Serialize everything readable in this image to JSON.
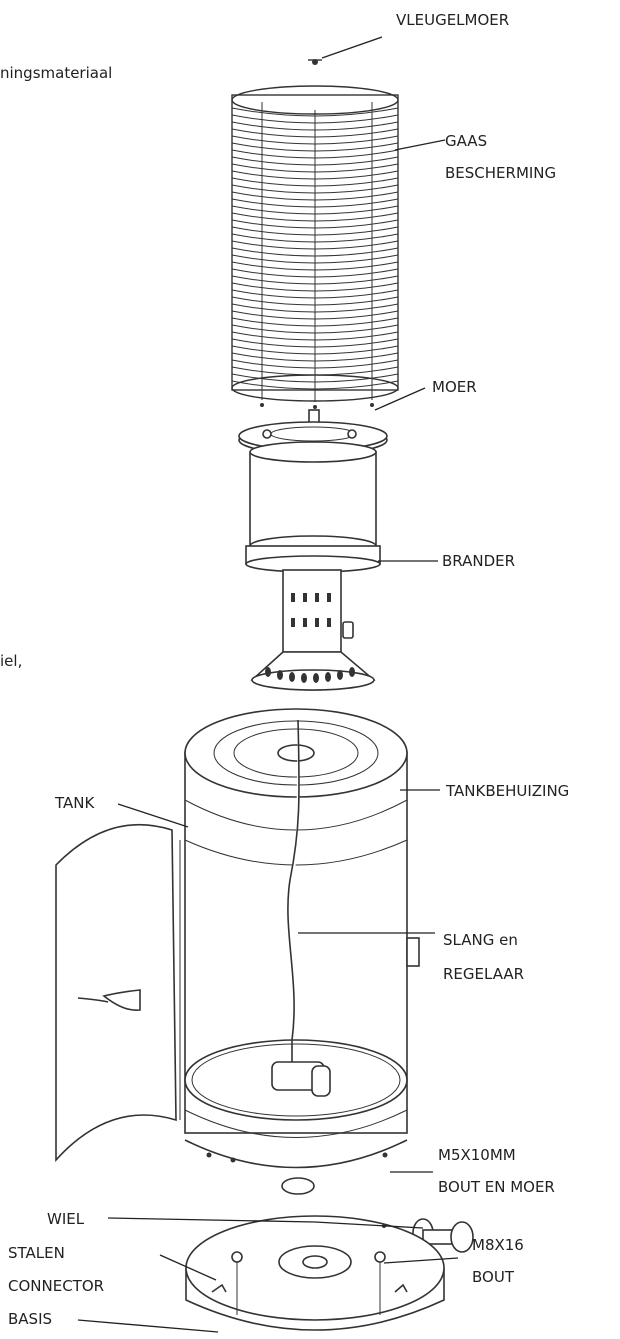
{
  "labels": {
    "vleugelmoer": "VLEUGELMOER",
    "edge_top": "ningsmateriaal",
    "gaas_1": "GAAS",
    "gaas_2": "BESCHERMING",
    "moer": "MOER",
    "brander": "BRANDER",
    "edge_mid": "iel,",
    "tank": "TANK",
    "tankbehuizing": "TANKBEHUIZING",
    "slang_1": "SLANG en",
    "slang_2": "REGELAAR",
    "m5_1": "M5X10MM",
    "m5_2": "BOUT EN MOER",
    "wiel": "WIEL",
    "m8_1": "M8X16",
    "m8_2": "BOUT",
    "stalen": "STALEN",
    "connector": "CONNECTOR",
    "basis": "BASIS"
  },
  "colors": {
    "line": "#222222",
    "background": "#ffffff"
  }
}
